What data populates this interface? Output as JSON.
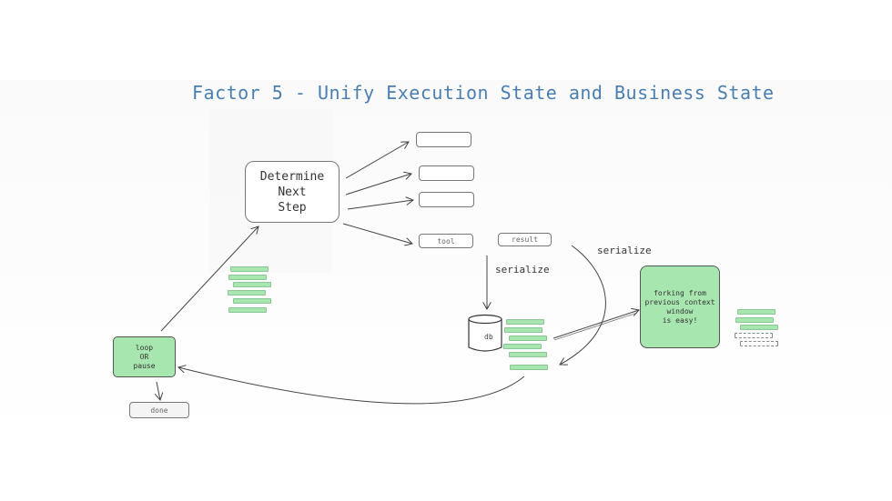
{
  "title": "Factor 5 - Unify Execution State and Business State",
  "nodes": {
    "determine": "Determine\nNext\nStep",
    "tool": "tool",
    "result": "result",
    "db": "db",
    "loop": "loop\nOR\npause",
    "done": "done",
    "forking": "forking from\nprevious context\nwindow\nis easy!"
  },
  "edges": {
    "serialize_down": "serialize",
    "serialize_right": "serialize"
  },
  "colors": {
    "title": "#4a7eb0",
    "green_fill": "#a8e6b0",
    "line": "#444444"
  }
}
